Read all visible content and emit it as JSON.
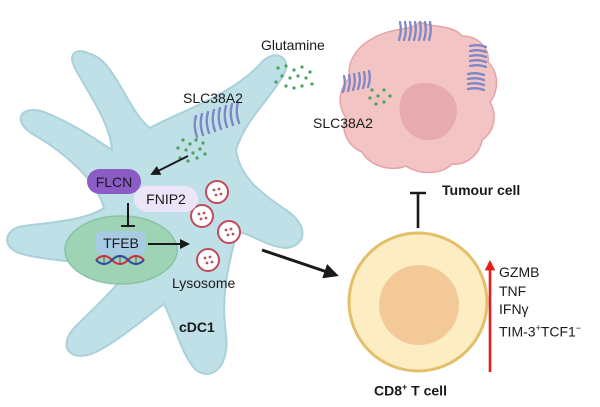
{
  "labels": {
    "glutamine": "Glutamine",
    "transporter_dc": "SLC38A2",
    "transporter_tumour": "SLC38A2",
    "flcn": "FLCN",
    "fnip2": "FNIP2",
    "tfeb": "TFEB",
    "lysosome": "Lysosome",
    "cdc1": "cDC1",
    "tumour_cell": "Tumour cell",
    "cd8_prefix": "CD8",
    "cd8_sup": "+",
    "cd8_suffix": " T cell"
  },
  "effector_markers": [
    {
      "text": "GZMB"
    },
    {
      "text": "TNF"
    },
    {
      "text": "IFNγ"
    },
    {
      "parts": [
        "TIM-3",
        "+",
        "TCF1",
        "−"
      ]
    }
  ],
  "colors": {
    "dc_body": "#bfe0e6",
    "dc_outline": "#a9d1d9",
    "nucleus": "#9fd3b6",
    "tumour_body": "#f3c4c4",
    "tumour_nucleus": "#e7aaae",
    "transporter": "#7f87c6",
    "glutamine_dot": "#4aa35b",
    "flcn": "#8b5cc6",
    "fnip2": "#ece4f8",
    "tcell_outer": "#fcedc2",
    "tcell_inner": "#f3c998",
    "lysosome": "#c04b5a",
    "up_arrow": "#e21d1d",
    "arrow": "#1a1a1a"
  }
}
